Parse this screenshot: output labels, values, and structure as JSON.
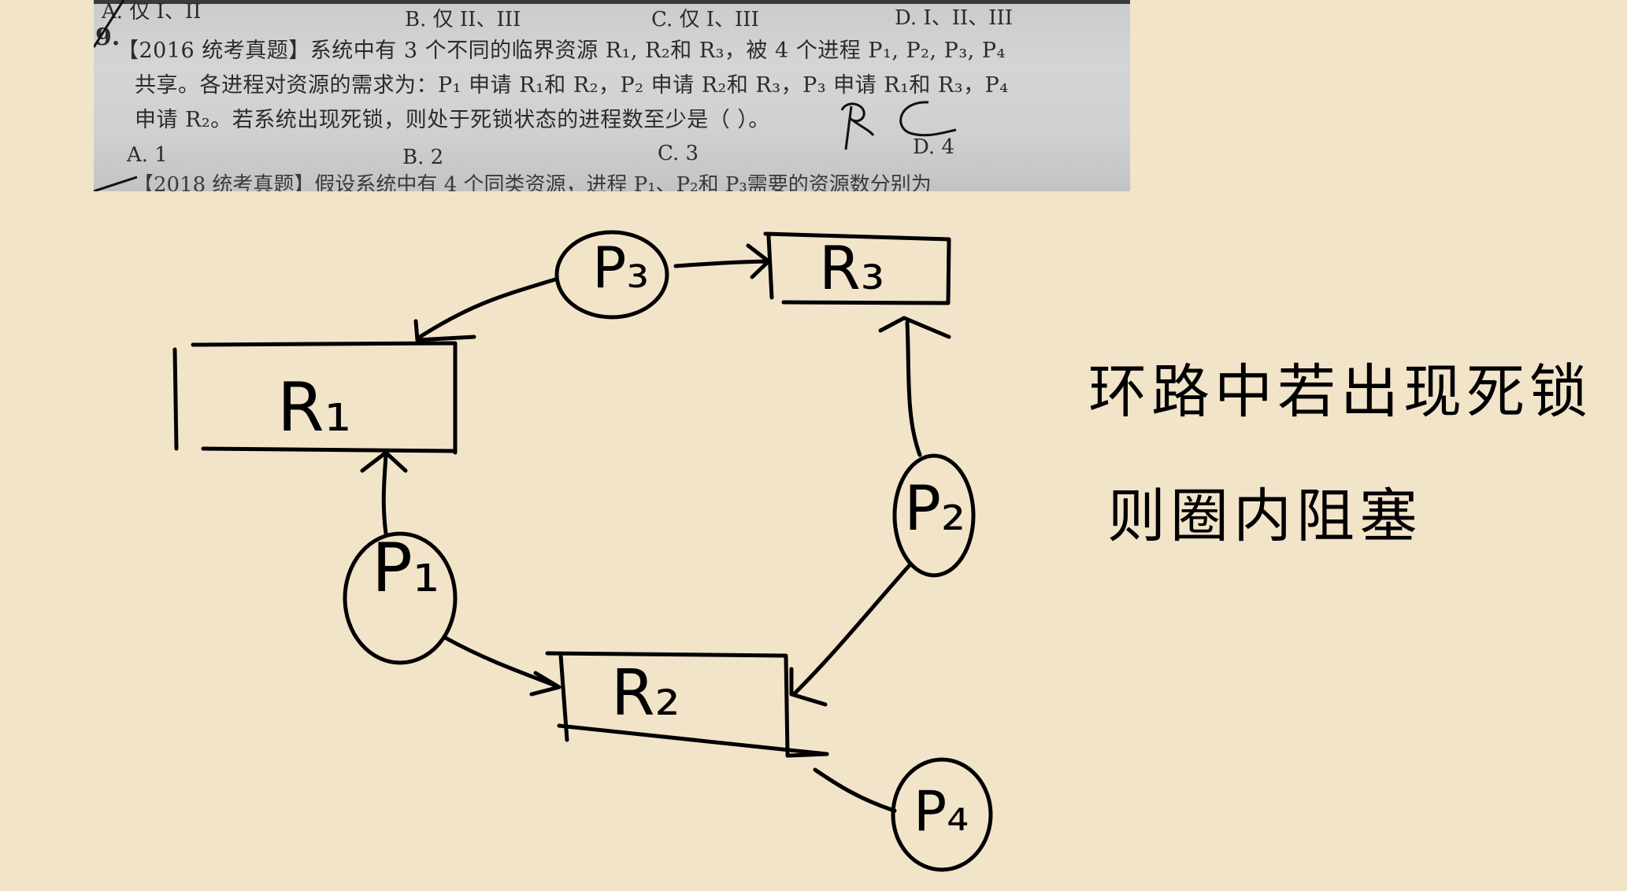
{
  "question": {
    "number": "9.",
    "top_options": [
      "A. 仅 I、II",
      "B. 仅 II、III",
      "C. 仅 I、III",
      "D. I、II、III"
    ],
    "line1": "【2016 统考真题】系统中有 3 个不同的临界资源 R₁, R₂和 R₃，被 4 个进程 P₁, P₂, P₃, P₄",
    "line2": "共享。各进程对资源的需求为：P₁ 申请 R₁和 R₂，P₂ 申请 R₂和 R₃，P₃ 申请 R₁和 R₃，P₄",
    "line3": "申请 R₂。若系统出现死锁，则处于死锁状态的进程数至少是（    ）。",
    "options": [
      "A. 1",
      "B. 2",
      "C. 3",
      "D. 4"
    ],
    "answer_mark": "C",
    "next_line": "【2018 统考真题】假设系统中有 4 个同类资源，进程 P₁、P₂和 P₃需要的资源数分别为"
  },
  "diagram": {
    "resources": [
      "R₁",
      "R₂",
      "R₃"
    ],
    "processes": [
      "P₁",
      "P₂",
      "P₃",
      "P₄"
    ]
  },
  "notes": {
    "line1": "环路中若出现死锁",
    "line2": "则圈内阻塞"
  },
  "colors": {
    "ink": "#000000",
    "paper": "#f1e4c9",
    "photo": "#cfd0d1"
  }
}
